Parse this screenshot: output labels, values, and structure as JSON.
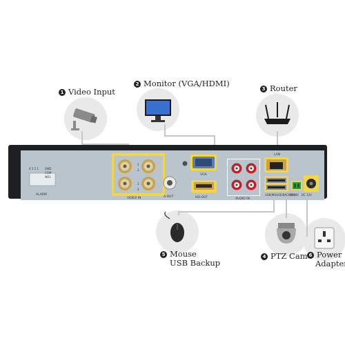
{
  "callouts": {
    "video_input": {
      "num": "1",
      "label": "Video Input"
    },
    "monitor": {
      "num": "2",
      "label": "Monitor (VGA/HDMI)"
    },
    "router": {
      "num": "3",
      "label": "Router"
    },
    "ptz": {
      "num": "4",
      "label": "PTZ Cam"
    },
    "mouse": {
      "num": "5",
      "label_line1": "Mouse",
      "label_line2": "USB Backup"
    },
    "power": {
      "num": "6",
      "label_line1": "Power",
      "label_line2": "Adapter"
    }
  },
  "panel_labels": {
    "alarm": "ALARM",
    "alarm_pins": "4 3 2 1",
    "gnd": "GND",
    "com": "COM",
    "no1": "NO1",
    "video_in": "VIDEO IN",
    "a_out": "A-OUT",
    "vga": "VGA",
    "hd_out": "HD-OUT",
    "audio_in": "AUDIO IN",
    "lan": "LAN",
    "usb": "USB(MOUSE/BACKUP)",
    "rs485": "RS485",
    "dc12v": "DC 12V",
    "ch": [
      "1",
      "2",
      "3",
      "4"
    ]
  },
  "colors": {
    "panel": "#b9c4cc",
    "chassis": "#1d1f22",
    "highlight": "#f2d64a",
    "connector_gold": "#c9a24a"
  },
  "icons": [
    "cctv-camera-icon",
    "monitor-icon",
    "router-icon",
    "mouse-icon",
    "ptz-camera-icon",
    "power-plug-icon"
  ]
}
